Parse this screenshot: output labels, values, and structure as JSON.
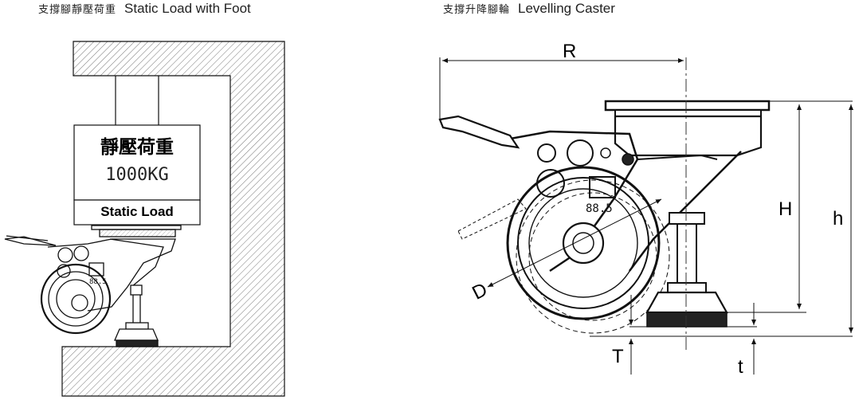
{
  "left_panel": {
    "title_cn": "支撐腳靜壓荷重",
    "title_en": "Static Load with Foot",
    "weight_label_cn": "靜壓荷重",
    "weight_value": "1000KG",
    "weight_label_en": "Static Load",
    "small_dim": "88.5"
  },
  "right_panel": {
    "title_cn": "支撐升降腳輪",
    "title_en": "Levelling Caster",
    "dim_R": "R",
    "dim_H": "H",
    "dim_h": "h",
    "dim_D": "D",
    "dim_T": "T",
    "dim_t": "t",
    "dim_value": "88.5"
  },
  "colors": {
    "line": "#111111",
    "hatch": "#444444",
    "background": "#ffffff"
  }
}
